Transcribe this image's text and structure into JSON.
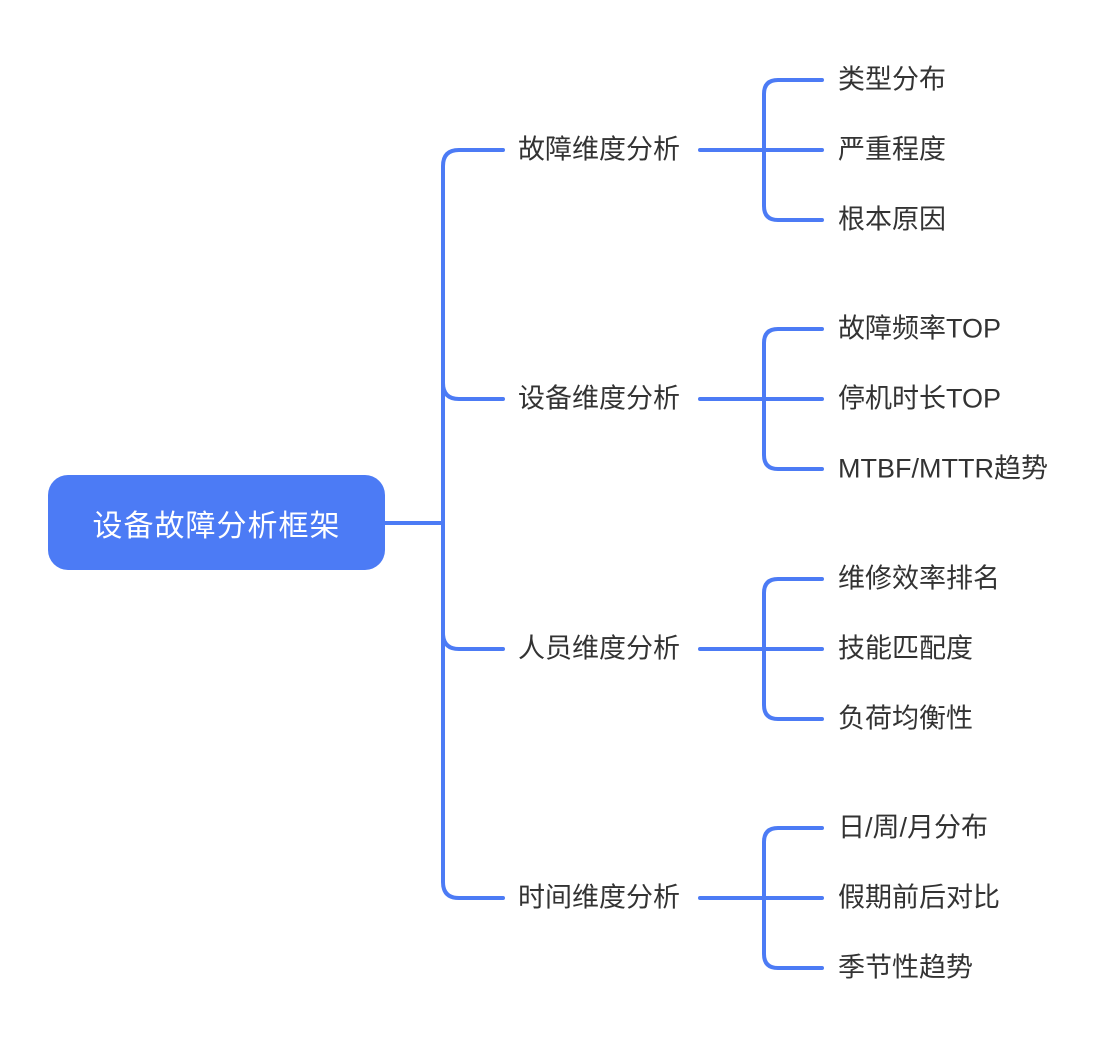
{
  "mindmap": {
    "root": {
      "label": "设备故障分析框架"
    },
    "branches": [
      {
        "label": "故障维度分析",
        "children": [
          "类型分布",
          "严重程度",
          "根本原因"
        ]
      },
      {
        "label": "设备维度分析",
        "children": [
          "故障频率TOP",
          "停机时长TOP",
          "MTBF/MTTR趋势"
        ]
      },
      {
        "label": "人员维度分析",
        "children": [
          "维修效率排名",
          "技能匹配度",
          "负荷均衡性"
        ]
      },
      {
        "label": "时间维度分析",
        "children": [
          "日/周/月分布",
          "假期前后对比",
          "季节性趋势"
        ]
      }
    ],
    "colors": {
      "accent_blue": "#4C7BF5",
      "root_text": "#FFFFFF",
      "label_text": "#333333",
      "background": "#FFFFFF"
    }
  }
}
